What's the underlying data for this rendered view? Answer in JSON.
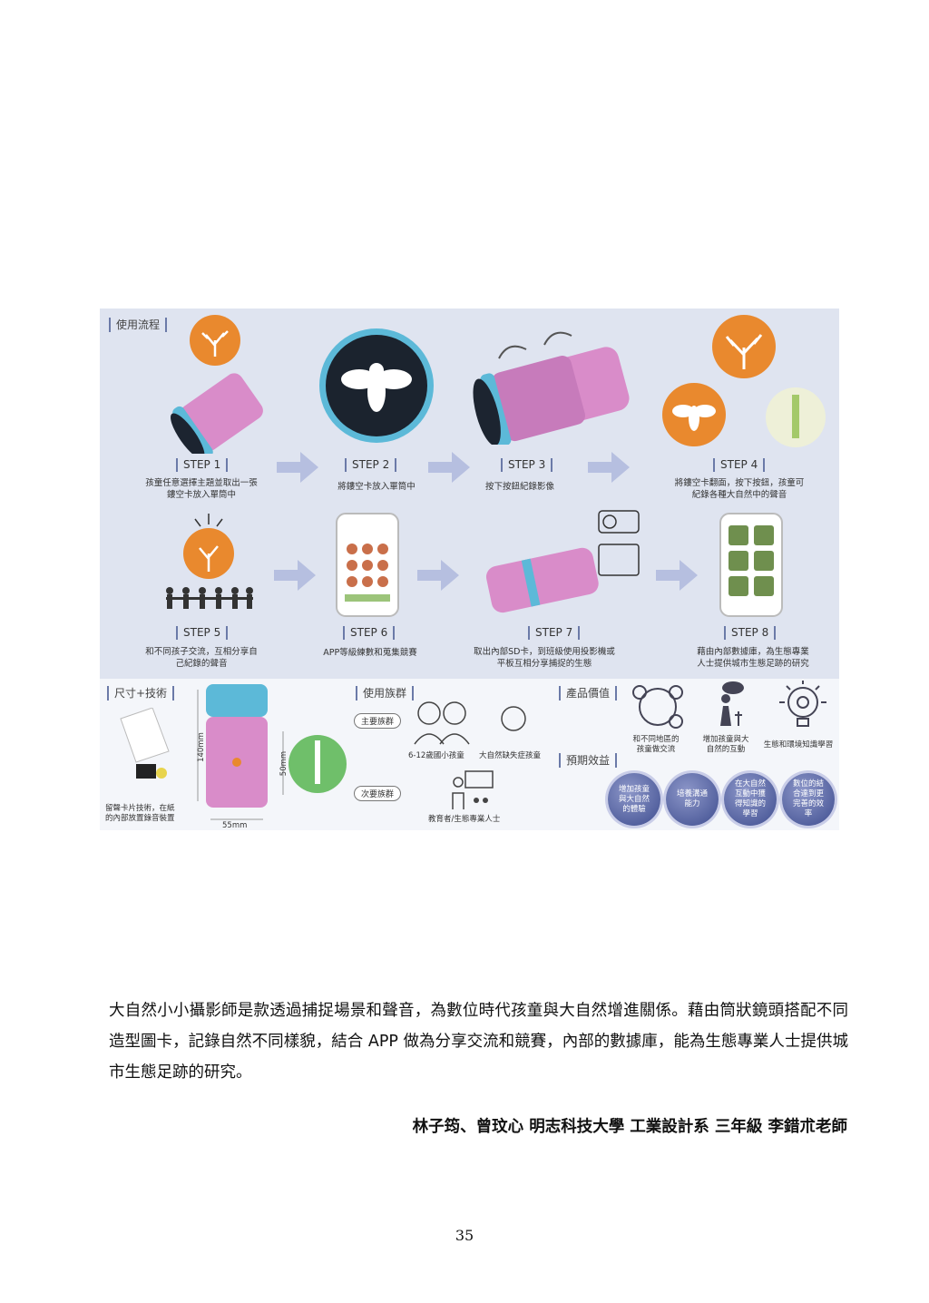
{
  "board": {
    "flow_title": "使用流程",
    "steps": [
      {
        "label": "STEP 1",
        "desc": "孩童任意選擇主題並取出一張\n鏤空卡放入單筒中"
      },
      {
        "label": "STEP 2",
        "desc": "將鏤空卡放入單筒中"
      },
      {
        "label": "STEP 3",
        "desc": "按下按鈕紀錄影像"
      },
      {
        "label": "STEP 4",
        "desc": "將鏤空卡翻面，按下按鈕，孩童可\n紀錄各種大自然中的聲音"
      },
      {
        "label": "STEP 5",
        "desc": "和不同孩子交流，互相分享自\n己紀錄的聲音"
      },
      {
        "label": "STEP 6",
        "desc": "APP等級練數和蒐集競賽"
      },
      {
        "label": "STEP 7",
        "desc": "取出內部SD卡，到班級使用投影機或\n平板互相分享捕捉的生態"
      },
      {
        "label": "STEP 8",
        "desc": "藉由內部數據庫，為生態專業\n人士提供城市生態足跡的研究"
      }
    ],
    "size_section": {
      "title": "尺寸+技術",
      "caption": "留聲卡片技術，在紙\n的內部放置錄音裝置",
      "dim_height": "140mm",
      "dim_card": "50mm",
      "dim_width": "55mm"
    },
    "user_section": {
      "title": "使用族群",
      "primary_tag": "主要族群",
      "secondary_tag": "次要族群",
      "primary_label": "6-12歲國小孩童",
      "primary_label2": "大自然缺失症孩童",
      "secondary_label": "教育者/生態專業人士"
    },
    "value_section": {
      "title": "產品價值",
      "items": [
        "和不同地區的\n孩童做交流",
        "增加孩童與大\n自然的互動",
        "生態和環境知識學習"
      ]
    },
    "benefit_section": {
      "title": "預期效益",
      "items": [
        "增加孩童\n與大自然\n的體驗",
        "培養溝通\n能力",
        "在大自然\n互動中獲\n得知識的\n學習",
        "數位的結\n合達到更\n完善的效\n率"
      ]
    }
  },
  "body_text": "大自然小小攝影師是款透過捕捉場景和聲音，為數位時代孩童與大自然增進關係。藉由筒狀鏡頭搭配不同造型圖卡，記錄自然不同樣貌，結合 APP 做為分享交流和競賽，內部的數據庫，能為生態專業人士提供城市生態足跡的研究。",
  "credit": "林子筠、曾玟心 明志科技大學 工業設計系 三年級 李錯朮老師",
  "page_number": "35",
  "colors": {
    "accent": "#6b7aa8",
    "product_pink": "#d98cc9",
    "product_blue": "#5cb9d8",
    "card_orange": "#e9892e"
  }
}
